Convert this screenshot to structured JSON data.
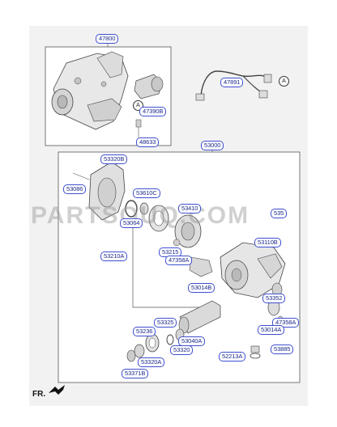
{
  "diagram": {
    "watermark": "PARTSOUQ.COM",
    "direction_label": "FR.",
    "callout_marker": "A",
    "parts": {
      "p47800": "47800",
      "p47891": "47891",
      "p47390B": "47390B",
      "p48633": "48633",
      "p53000": "53000",
      "p53320B": "53320B",
      "p53086": "53086",
      "p53610C": "53610C",
      "p53064": "53064",
      "p53410": "53410",
      "p535": "535",
      "p53210A": "53210A",
      "p53215": "53215",
      "p47358A_1": "47358A",
      "p53110B": "53110B",
      "p53014B_1": "53014B",
      "p53352": "53352",
      "p47358A_2": "47358A",
      "p53014A": "53014A",
      "p53325": "53325",
      "p53236": "53236",
      "p53040A": "53040A",
      "p53320": "53320",
      "p53320A": "53320A",
      "p52213A": "52213A",
      "p53885": "53885",
      "p53371B": "53371B"
    }
  }
}
